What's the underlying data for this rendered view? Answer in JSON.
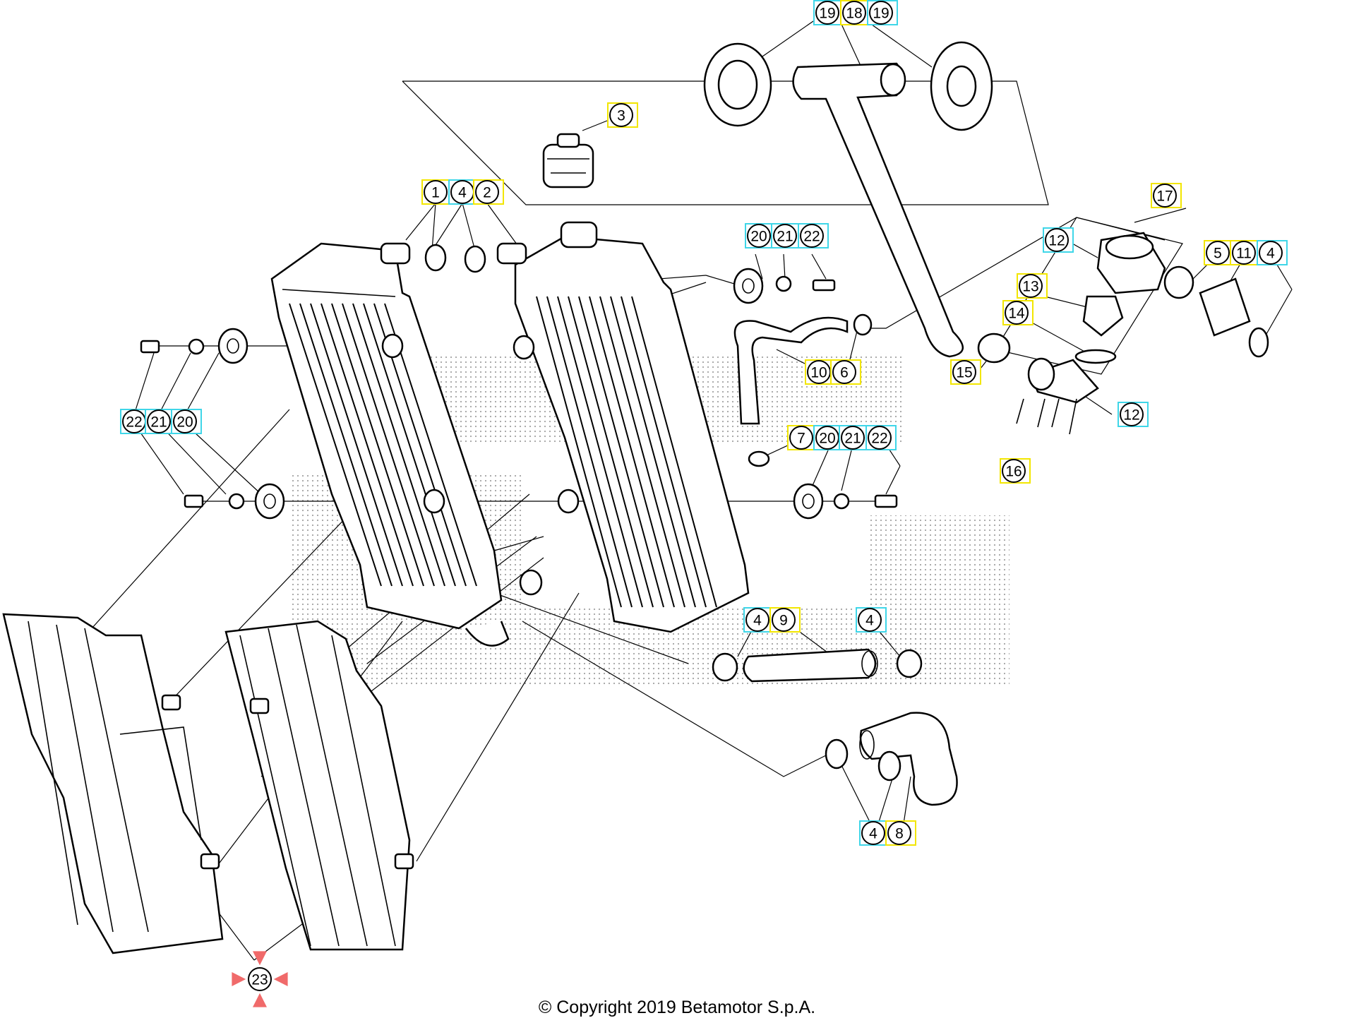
{
  "copyright": "© Copyright 2019 Betamotor S.p.A.",
  "colors": {
    "yellow_tag": "#f2e600",
    "cyan_tag": "#3fd6e8",
    "selected_marker": "#f06a6a"
  },
  "callouts": [
    {
      "label": "19",
      "tag": "cyan"
    },
    {
      "label": "18",
      "tag": "yellow"
    },
    {
      "label": "19",
      "tag": "cyan"
    },
    {
      "label": "3",
      "tag": "yellow"
    },
    {
      "label": "1",
      "tag": "yellow"
    },
    {
      "label": "4",
      "tag": "cyan"
    },
    {
      "label": "2",
      "tag": "yellow"
    },
    {
      "label": "17",
      "tag": "yellow"
    },
    {
      "label": "20",
      "tag": "cyan"
    },
    {
      "label": "21",
      "tag": "cyan"
    },
    {
      "label": "22",
      "tag": "cyan"
    },
    {
      "label": "12",
      "tag": "cyan"
    },
    {
      "label": "5",
      "tag": "yellow"
    },
    {
      "label": "11",
      "tag": "yellow"
    },
    {
      "label": "4",
      "tag": "cyan"
    },
    {
      "label": "13",
      "tag": "yellow"
    },
    {
      "label": "14",
      "tag": "yellow"
    },
    {
      "label": "10",
      "tag": "yellow"
    },
    {
      "label": "6",
      "tag": "yellow"
    },
    {
      "label": "15",
      "tag": "yellow"
    },
    {
      "label": "22",
      "tag": "cyan"
    },
    {
      "label": "21",
      "tag": "cyan"
    },
    {
      "label": "20",
      "tag": "cyan"
    },
    {
      "label": "12",
      "tag": "cyan"
    },
    {
      "label": "7",
      "tag": "yellow"
    },
    {
      "label": "20",
      "tag": "cyan"
    },
    {
      "label": "21",
      "tag": "cyan"
    },
    {
      "label": "22",
      "tag": "cyan"
    },
    {
      "label": "16",
      "tag": "yellow"
    },
    {
      "label": "4",
      "tag": "cyan"
    },
    {
      "label": "9",
      "tag": "yellow"
    },
    {
      "label": "4",
      "tag": "cyan"
    },
    {
      "label": "4",
      "tag": "cyan"
    },
    {
      "label": "8",
      "tag": "yellow"
    },
    {
      "label": "23",
      "tag": "selected"
    }
  ]
}
